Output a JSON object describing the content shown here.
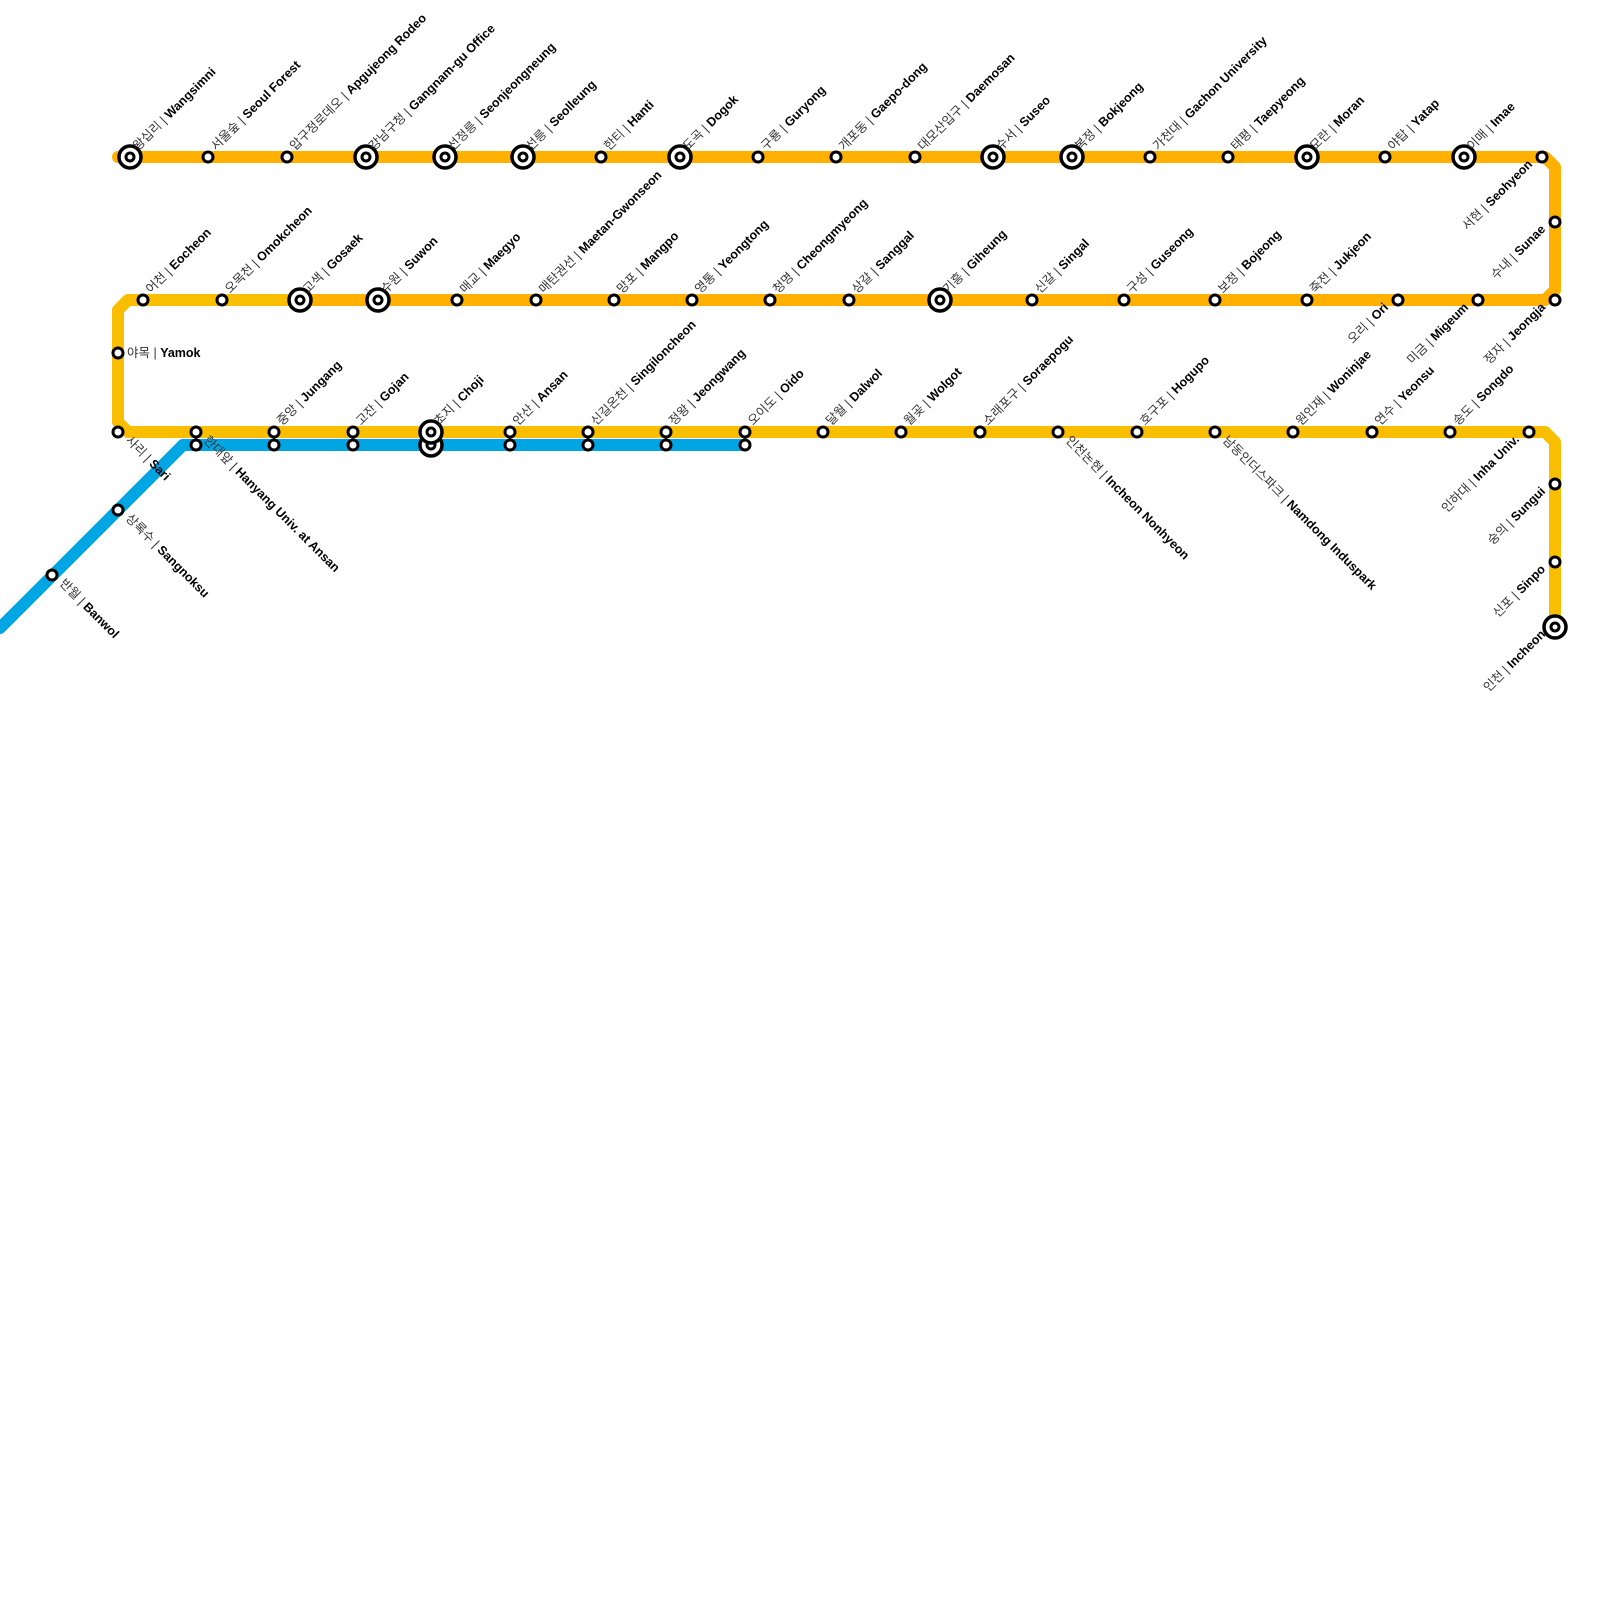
{
  "lines": [
    {
      "name": "suin-bundang",
      "color": "#FFB000",
      "color_alt": "#F9BE00"
    },
    {
      "name": "line-4",
      "color": "#00A5E3"
    }
  ],
  "separator": " | ",
  "suin_bundang_stations": [
    {
      "ko": "왕십리",
      "en": "Wangsimni",
      "interchange": true
    },
    {
      "ko": "서울숲",
      "en": "Seoul Forest",
      "interchange": false
    },
    {
      "ko": "압구정로데오",
      "en": "Apgujeong Rodeo",
      "interchange": false
    },
    {
      "ko": "강남구청",
      "en": "Gangnam-gu Office",
      "interchange": true
    },
    {
      "ko": "선정릉",
      "en": "Seonjeongneung",
      "interchange": true
    },
    {
      "ko": "선릉",
      "en": "Seolleung",
      "interchange": true
    },
    {
      "ko": "한티",
      "en": "Hanti",
      "interchange": false
    },
    {
      "ko": "도곡",
      "en": "Dogok",
      "interchange": true
    },
    {
      "ko": "구룡",
      "en": "Guryong",
      "interchange": false
    },
    {
      "ko": "개포동",
      "en": "Gaepo-dong",
      "interchange": false
    },
    {
      "ko": "대모산입구",
      "en": "Daemosan",
      "interchange": false
    },
    {
      "ko": "수서",
      "en": "Suseo",
      "interchange": true
    },
    {
      "ko": "복정",
      "en": "Bokjeong",
      "interchange": true
    },
    {
      "ko": "가천대",
      "en": "Gachon University",
      "interchange": false
    },
    {
      "ko": "태평",
      "en": "Taepyeong",
      "interchange": false
    },
    {
      "ko": "모란",
      "en": "Moran",
      "interchange": true
    },
    {
      "ko": "야탑",
      "en": "Yatap",
      "interchange": false
    },
    {
      "ko": "이매",
      "en": "Imae",
      "interchange": true
    },
    {
      "ko": "서현",
      "en": "Seohyeon",
      "interchange": false
    },
    {
      "ko": "수내",
      "en": "Sunae",
      "interchange": false
    },
    {
      "ko": "정자",
      "en": "Jeongja",
      "interchange": false
    },
    {
      "ko": "미금",
      "en": "Migeum",
      "interchange": false
    },
    {
      "ko": "오리",
      "en": "Ori",
      "interchange": false
    },
    {
      "ko": "죽전",
      "en": "Jukjeon",
      "interchange": false
    },
    {
      "ko": "보정",
      "en": "Bojeong",
      "interchange": false
    },
    {
      "ko": "구성",
      "en": "Guseong",
      "interchange": false
    },
    {
      "ko": "신갈",
      "en": "Singal",
      "interchange": false
    },
    {
      "ko": "기흥",
      "en": "Giheung",
      "interchange": true
    },
    {
      "ko": "상갈",
      "en": "Sanggal",
      "interchange": false
    },
    {
      "ko": "청명",
      "en": "Cheongmyeong",
      "interchange": false
    },
    {
      "ko": "영통",
      "en": "Yeongtong",
      "interchange": false
    },
    {
      "ko": "망포",
      "en": "Mangpo",
      "interchange": false
    },
    {
      "ko": "매탄권선",
      "en": "Maetan-Gwonseon",
      "interchange": false
    },
    {
      "ko": "매교",
      "en": "Maegyo",
      "interchange": false
    },
    {
      "ko": "수원",
      "en": "Suwon",
      "interchange": true
    },
    {
      "ko": "고색",
      "en": "Gosaek",
      "interchange": true
    },
    {
      "ko": "오목천",
      "en": "Omokcheon",
      "interchange": false
    },
    {
      "ko": "어천",
      "en": "Eocheon",
      "interchange": false
    },
    {
      "ko": "야목",
      "en": "Yamok",
      "interchange": false
    },
    {
      "ko": "사리",
      "en": "Sari",
      "interchange": false
    },
    {
      "ko": "한대앞",
      "en": "Hanyang Univ. at Ansan",
      "interchange": false
    },
    {
      "ko": "중앙",
      "en": "Jungang",
      "interchange": false
    },
    {
      "ko": "고잔",
      "en": "Gojan",
      "interchange": false
    },
    {
      "ko": "초지",
      "en": "Choji",
      "interchange": true
    },
    {
      "ko": "안산",
      "en": "Ansan",
      "interchange": false
    },
    {
      "ko": "신길온천",
      "en": "Singiloncheon",
      "interchange": false
    },
    {
      "ko": "정왕",
      "en": "Jeongwang",
      "interchange": false
    },
    {
      "ko": "오이도",
      "en": "Oido",
      "interchange": false
    },
    {
      "ko": "달월",
      "en": "Dalwol",
      "interchange": false
    },
    {
      "ko": "월곶",
      "en": "Wolgot",
      "interchange": false
    },
    {
      "ko": "소래포구",
      "en": "Soraepogu",
      "interchange": false
    },
    {
      "ko": "인천논현",
      "en": "Incheon Nonhyeon",
      "interchange": false
    },
    {
      "ko": "호구포",
      "en": "Hogupo",
      "interchange": false
    },
    {
      "ko": "남동인더스파크",
      "en": "Namdong Induspark",
      "interchange": false
    },
    {
      "ko": "원인재",
      "en": "Woninjae",
      "interchange": false
    },
    {
      "ko": "연수",
      "en": "Yeonsu",
      "interchange": false
    },
    {
      "ko": "송도",
      "en": "Songdo",
      "interchange": false
    },
    {
      "ko": "인하대",
      "en": "Inha Univ.",
      "interchange": false
    },
    {
      "ko": "숭의",
      "en": "Sungui",
      "interchange": false
    },
    {
      "ko": "신포",
      "en": "Sinpo",
      "interchange": false
    },
    {
      "ko": "인천",
      "en": "Incheon",
      "interchange": true
    }
  ],
  "line4_stations": [
    {
      "ko": "반월",
      "en": "Banwol",
      "interchange": false
    },
    {
      "ko": "상록수",
      "en": "Sangnoksu",
      "interchange": false
    }
  ]
}
